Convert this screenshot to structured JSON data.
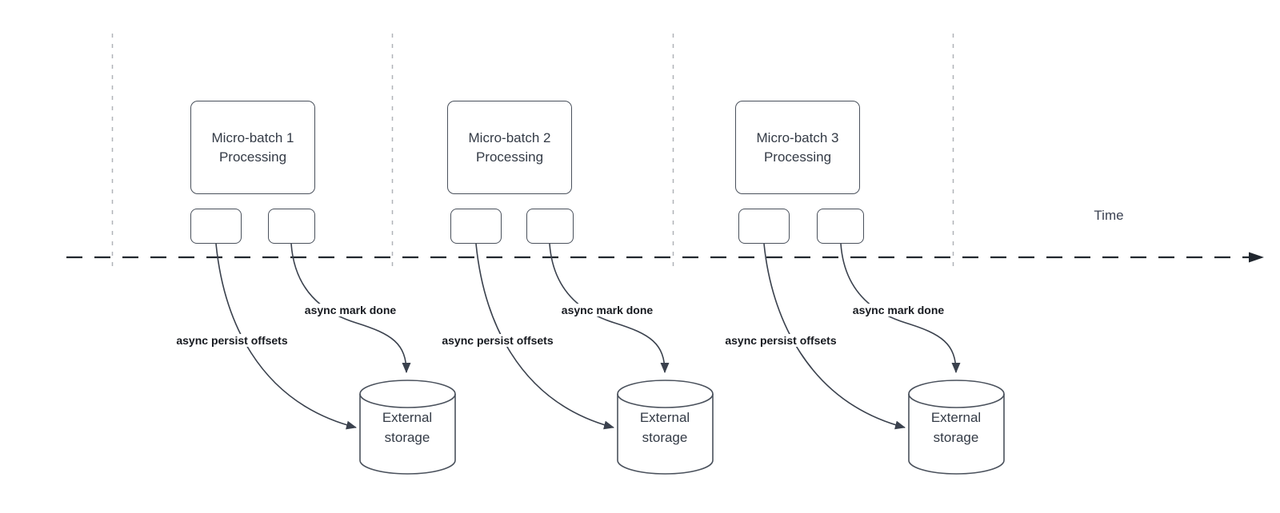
{
  "time_axis": {
    "label": "Time"
  },
  "batches": [
    {
      "title": "Micro-batch 1\nProcessing",
      "persist_label": "async persist offsets",
      "mark_done_label": "async mark done",
      "storage_label": "External\nstorage"
    },
    {
      "title": "Micro-batch 2\nProcessing",
      "persist_label": "async persist offsets",
      "mark_done_label": "async mark done",
      "storage_label": "External\nstorage"
    },
    {
      "title": "Micro-batch 3\nProcessing",
      "persist_label": "async persist offsets",
      "mark_done_label": "async mark done",
      "storage_label": "External\nstorage"
    }
  ],
  "colors": {
    "shape_stroke": "#4a515c",
    "arrow_stroke": "#3a414d",
    "timeline_stroke": "#20262e",
    "guide_line": "#b0b3b8",
    "box_text": "#343b46",
    "edge_label_text": "#16191f"
  }
}
